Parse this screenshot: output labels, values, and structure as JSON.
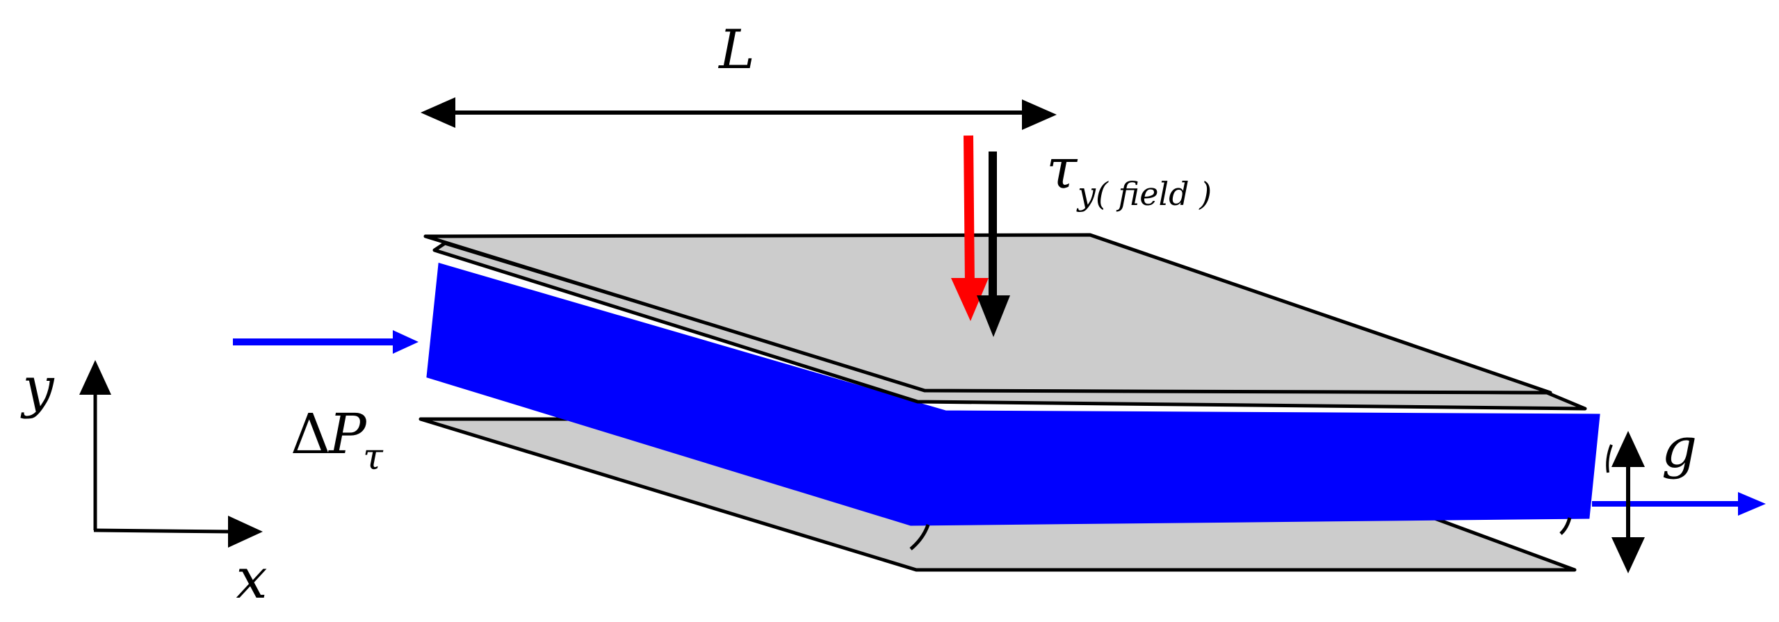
{
  "labels": {
    "length": "L",
    "stress_symbol": "τ",
    "stress_subscript": "y( field )",
    "delta": "Δ",
    "pressure_symbol": "P",
    "pressure_subscript": "τ",
    "gap": "g",
    "axis_y": "y",
    "axis_x": "x"
  },
  "colors": {
    "plate_fill": "#cccccc",
    "fluid": "#0000ff",
    "field_arrow": "#ff0000",
    "outline": "#000000",
    "background": "#ffffff"
  }
}
